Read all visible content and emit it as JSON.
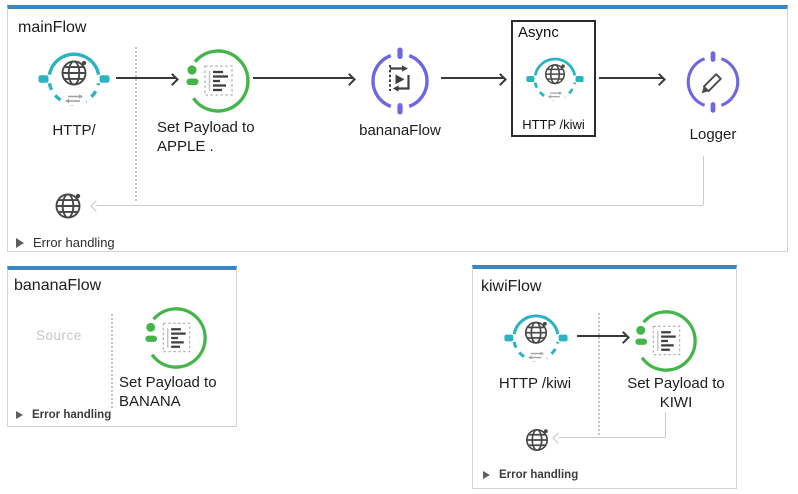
{
  "main_flow": {
    "title": "mainFlow",
    "http_source_label": "HTTP/",
    "set_payload_label_line1": "Set Payload to",
    "set_payload_label_line2": "APPLE .",
    "flow_ref_label": "bananaFlow",
    "async_title": "Async",
    "async_http_label": "HTTP /kiwi",
    "logger_label": "Logger",
    "error_handling_label": "Error handling"
  },
  "banana_flow": {
    "title": "bananaFlow",
    "source_placeholder": "Source",
    "set_payload_label_line1": "Set Payload to",
    "set_payload_label_line2": "BANANA",
    "error_handling_label": "Error handling"
  },
  "kiwi_flow": {
    "title": "kiwiFlow",
    "http_source_label": "HTTP /kiwi",
    "set_payload_label_line1": "Set Payload to",
    "set_payload_label_line2": "KIWI",
    "error_handling_label": "Error handling"
  },
  "colors": {
    "flow_border_accent": "#3a87c2",
    "http_connector_teal": "#2bb3c3",
    "set_payload_green": "#43b549",
    "core_component_purple": "#6e66e2",
    "return_line_gray": "#c9c9c9"
  }
}
